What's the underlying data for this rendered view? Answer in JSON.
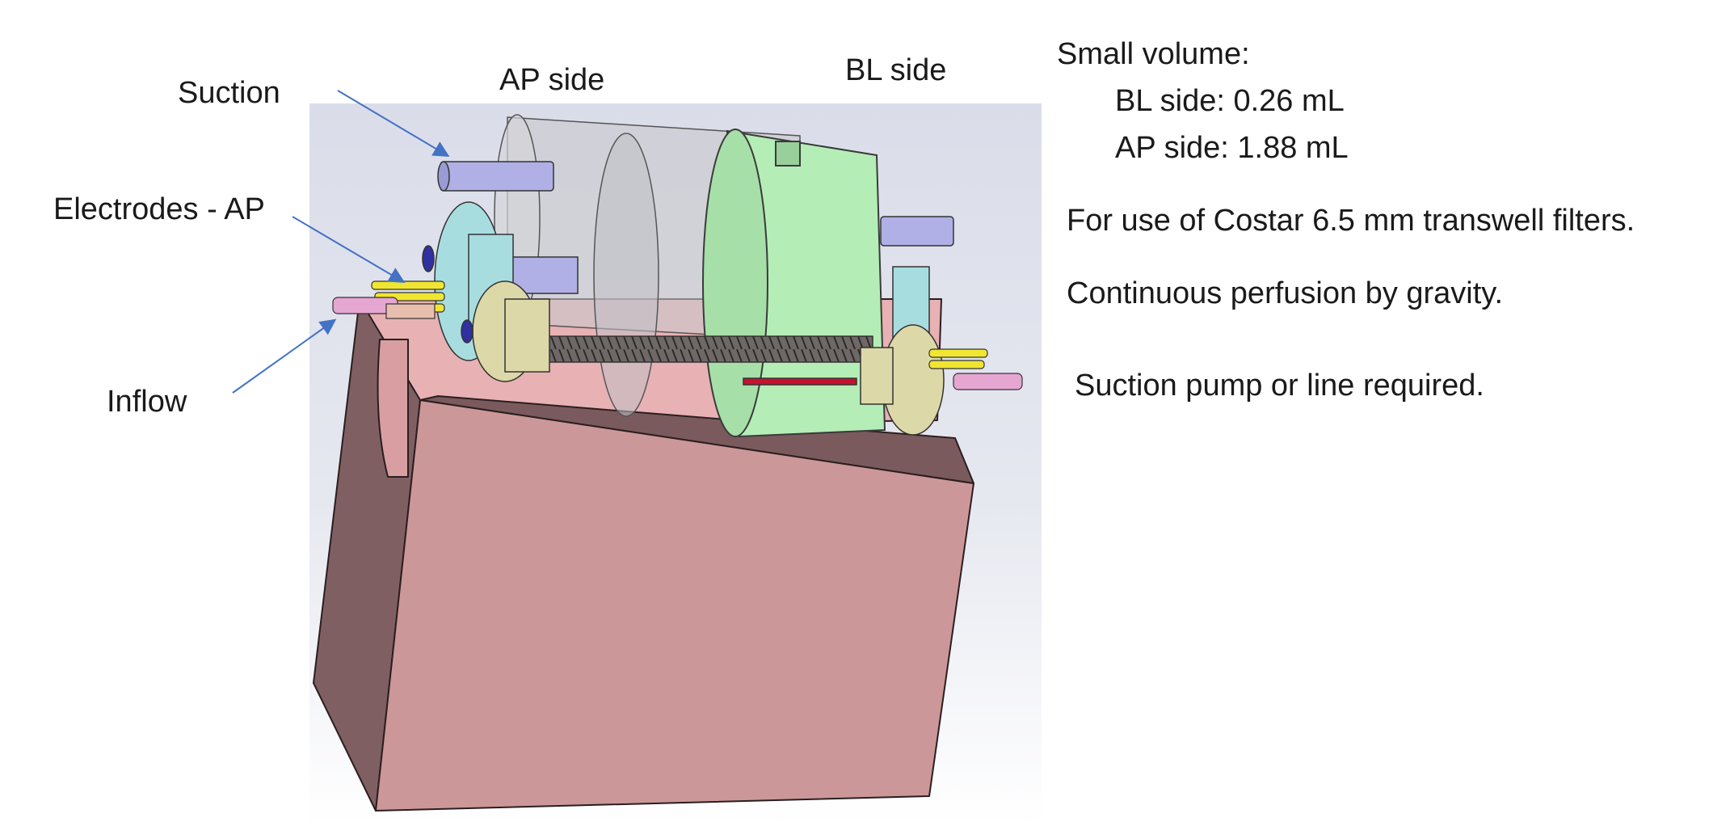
{
  "labels": {
    "suction": "Suction",
    "ap_side": "AP side",
    "bl_side": "BL side",
    "electrodes_ap": "Electrodes - AP",
    "inflow": "Inflow"
  },
  "notes": {
    "small_volume_heading": "Small volume:",
    "bl_side_volume": "BL side:  0.26 mL",
    "ap_side_volume": "AP side:  1.88 mL",
    "filters": "For use of Costar 6.5 mm transwell filters.",
    "perfusion": "Continuous perfusion by gravity.",
    "suction_pump": "Suction pump or line required."
  },
  "colors": {
    "base_front": "#cc9799",
    "base_side": "#805f62",
    "base_top": "#7a5a5d",
    "cradle": "#e8b1b4",
    "bl_chamber": "#b5edb6",
    "ap_chamber": "#c8c8cc",
    "port_tube": "#b0b0e6",
    "end_plate": "#a8dde0",
    "nut_ring": "#ddd8a8",
    "electrode": "#f0e632",
    "inflow_tube": "#e6a6d2",
    "arrow": "#4472c4"
  }
}
